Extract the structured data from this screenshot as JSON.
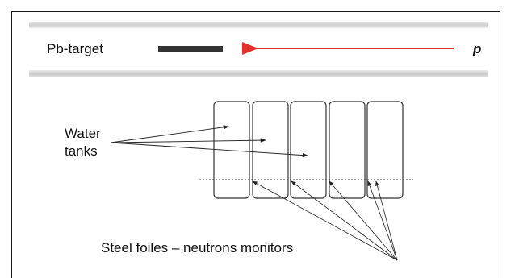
{
  "beam": {
    "target_label": "Pb-target",
    "particle_label": "p",
    "colors": {
      "beam_arrow": "#e0312b",
      "target_bar": "#333333",
      "pipe_top": "#d0d0d0",
      "pipe_bottom": "#c8c8c8"
    }
  },
  "setup": {
    "tanks_count": 5,
    "water_tanks_label": [
      "Water",
      "tanks"
    ],
    "foils_label": "Steel foiles – neutrons monitors"
  }
}
